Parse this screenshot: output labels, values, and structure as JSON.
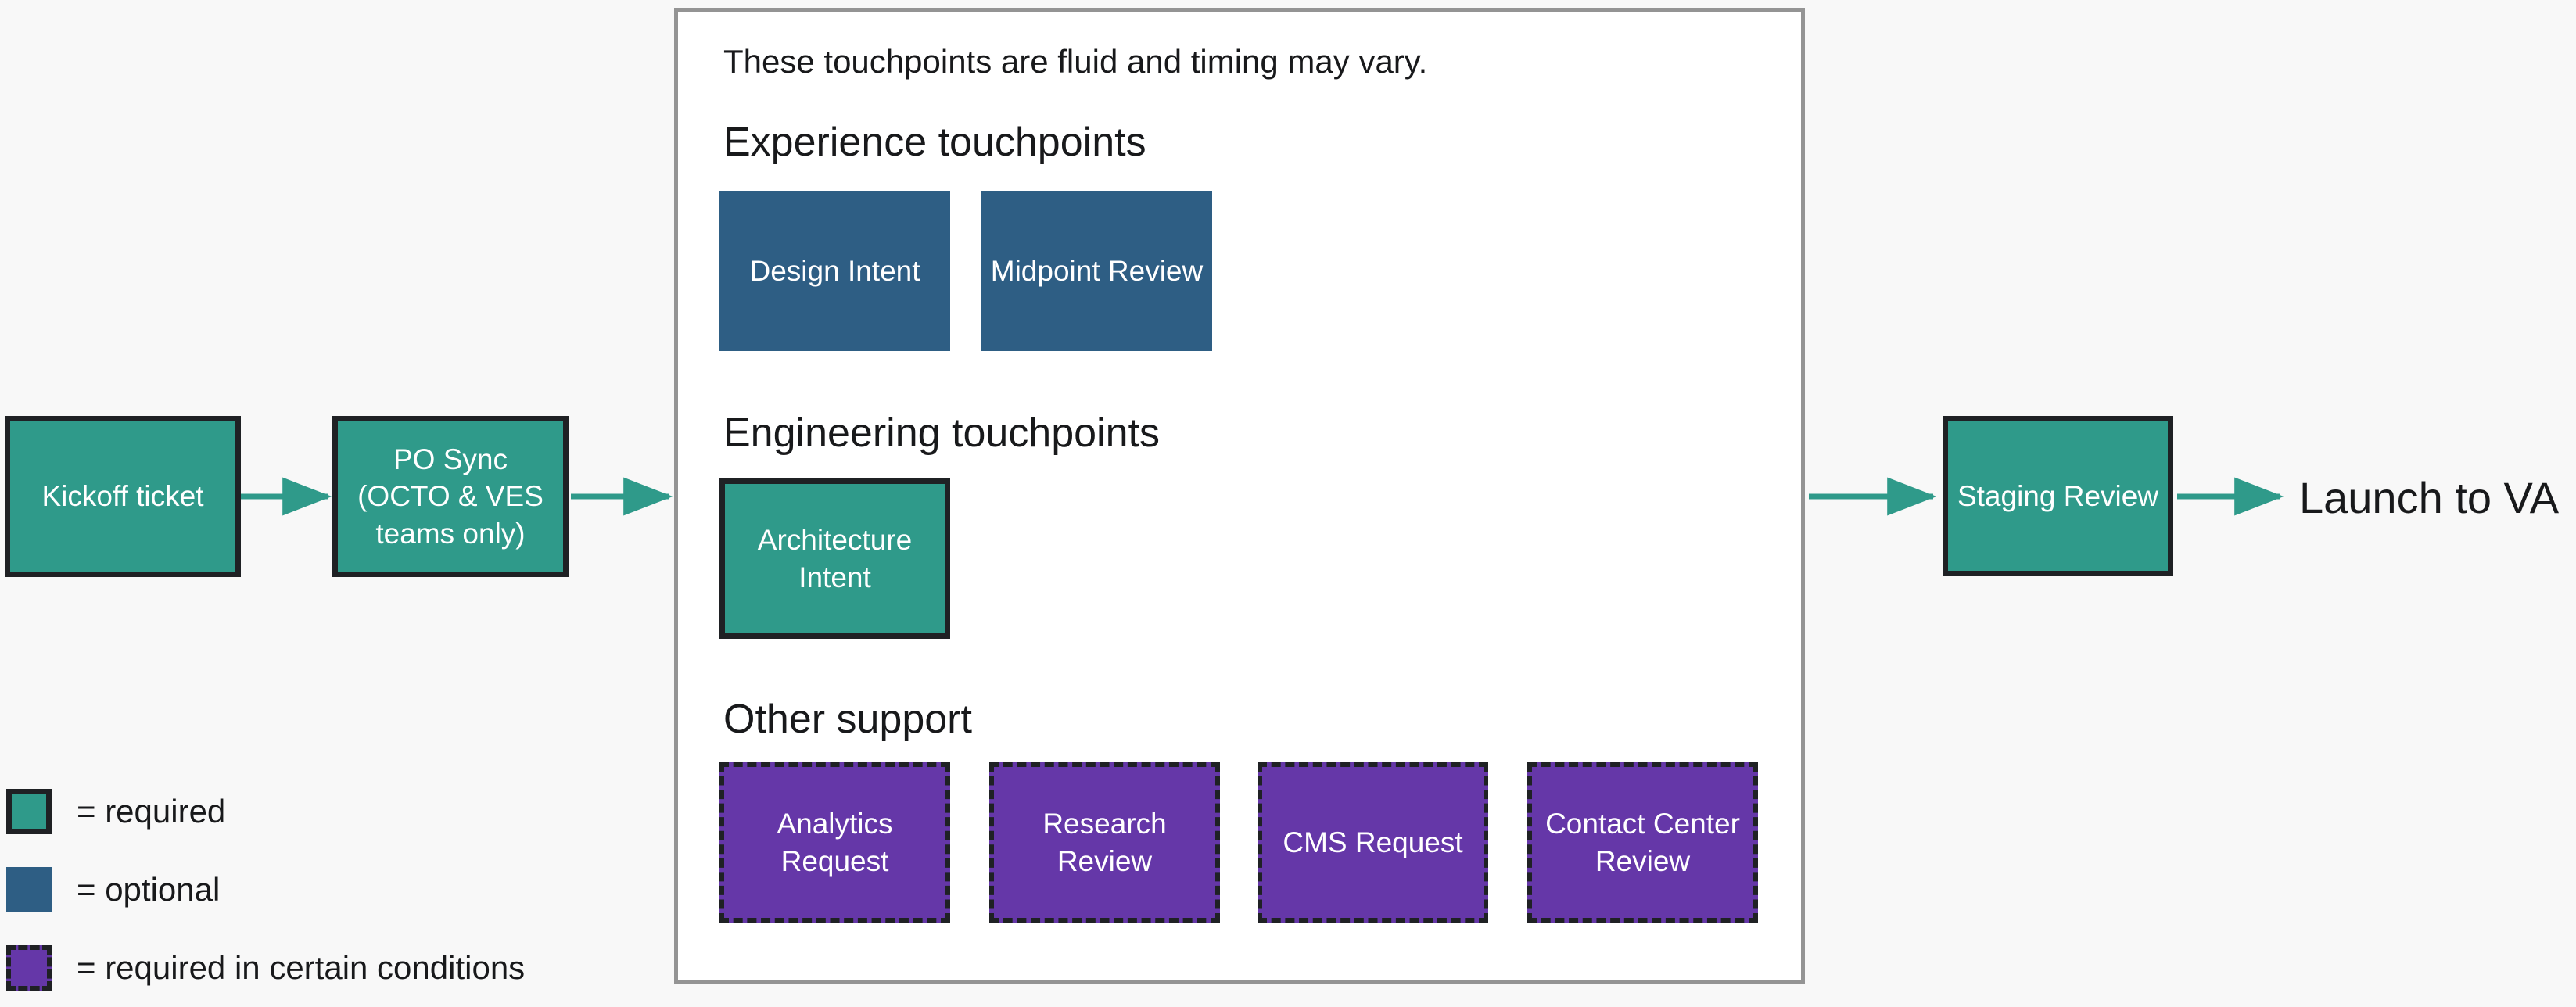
{
  "canvas": {
    "background": "#f8f8f8",
    "text_color": "#18191b"
  },
  "colors": {
    "required": "#2f9a8a",
    "optional": "#2e5e84",
    "conditional": "#6537a8",
    "border_dark": "#1f2124",
    "panel_border": "#949494",
    "panel_fill": "#ffffff",
    "connector": "#2f9a8a"
  },
  "flow": {
    "nodes": [
      {
        "id": "kickoff-ticket",
        "label": "Kickoff ticket",
        "type": "required"
      },
      {
        "id": "po-sync",
        "label": "PO Sync\n(OCTO & VES\nteams only)",
        "type": "required"
      },
      {
        "id": "staging-review",
        "label": "Staging Review",
        "type": "required"
      }
    ],
    "terminal_label": "Launch to VA"
  },
  "panel": {
    "intro": "These touchpoints are fluid and timing may vary.",
    "sections": [
      {
        "id": "experience",
        "title": "Experience touchpoints",
        "items": [
          {
            "label": "Design Intent",
            "type": "optional"
          },
          {
            "label": "Midpoint Review",
            "type": "optional"
          }
        ]
      },
      {
        "id": "engineering",
        "title": "Engineering touchpoints",
        "items": [
          {
            "label": "Architecture\nIntent",
            "type": "required"
          }
        ]
      },
      {
        "id": "other-support",
        "title": "Other support",
        "items": [
          {
            "label": "Analytics\nRequest",
            "type": "conditional"
          },
          {
            "label": "Research Review",
            "type": "conditional"
          },
          {
            "label": "CMS Request",
            "type": "conditional"
          },
          {
            "label": "Contact Center\nReview",
            "type": "conditional"
          }
        ]
      }
    ]
  },
  "legend": {
    "items": [
      {
        "swatch": "required",
        "text": "= required"
      },
      {
        "swatch": "optional",
        "text": "= optional"
      },
      {
        "swatch": "conditional",
        "text": "= required in certain conditions"
      }
    ]
  }
}
